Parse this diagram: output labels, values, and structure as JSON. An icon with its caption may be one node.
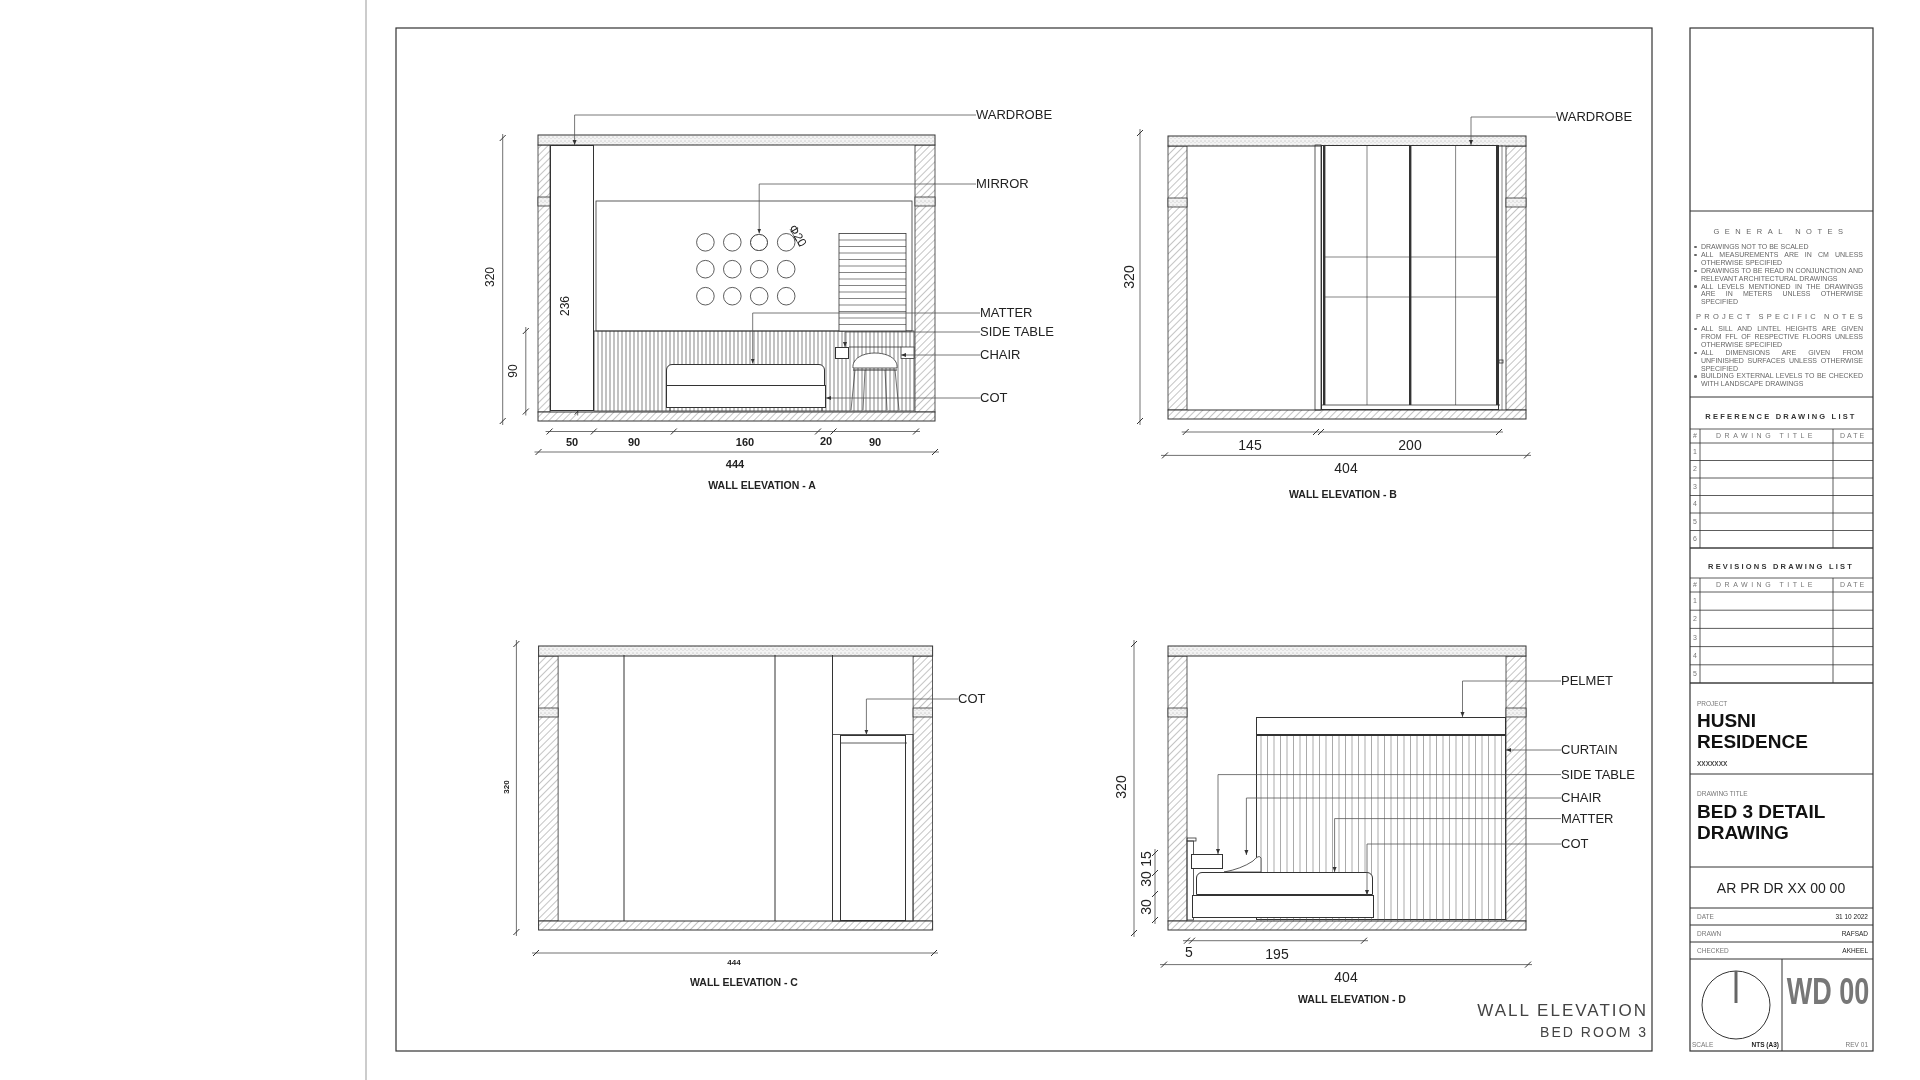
{
  "diagram": {
    "nodes": [
      {
        "text": [
          "WARDROBE"
        ]
      },
      {
        "text": [],
        "shape": "box"
      },
      {
        "text": [
          "MIRROR"
        ]
      },
      {
        "text": [],
        "shape": "circle"
      },
      {
        "text": [
          "MATTER"
        ]
      },
      {
        "text": [],
        "shape": "box"
      },
      {
        "text": [
          "SIDE TABLE"
        ]
      },
      {
        "text": [],
        "shape": "box"
      },
      {
        "text": [
          "CHAIR"
        ]
      },
      {
        "text": [],
        "shape": "picture"
      },
      {
        "text": [
          "COT"
        ]
      },
      {
        "text": [],
        "shape": "box"
      },
      {
        "text": [
          "WARDROBE"
        ]
      },
      {
        "text": [],
        "shape": "box"
      },
      {
        "text": [
          "COT"
        ]
      },
      {
        "text": [],
        "shape": "box"
      },
      {
        "text": [
          "PELMET"
        ]
      },
      {
        "text": [],
        "shape": "box"
      },
      {
        "text": [
          "CURTAIN"
        ]
      },
      {
        "text": [],
        "shape": "box"
      },
      {
        "text": [
          "SIDE TABLE"
        ]
      },
      {
        "text": [],
        "shape": "box"
      },
      {
        "text": [
          "CHAIR"
        ]
      },
      {
        "text": [],
        "shape": "picture"
      },
      {
        "text": [
          "MATTER"
        ]
      },
      {
        "text": [],
        "shape": "box"
      },
      {
        "text": [
          "COT"
        ]
      },
      {
        "text": [],
        "shape": "box"
      }
    ],
    "edges": [
      {
        "from": 0,
        "to": 1,
        "arrow": "to"
      },
      {
        "from": 2,
        "to": 3,
        "arrow": "to"
      },
      {
        "from": 4,
        "to": 5,
        "arrow": "to"
      },
      {
        "from": 6,
        "to": 7,
        "arrow": "to"
      },
      {
        "from": 8,
        "to": 9,
        "arrow": "to"
      },
      {
        "from": 10,
        "to": 11,
        "arrow": "to"
      },
      {
        "from": 12,
        "to": 13,
        "arrow": "to"
      },
      {
        "from": 14,
        "to": 15,
        "arrow": "to"
      },
      {
        "from": 16,
        "to": 17,
        "arrow": "to"
      },
      {
        "from": 18,
        "to": 19,
        "arrow": "to"
      },
      {
        "from": 20,
        "to": 21,
        "arrow": "to"
      },
      {
        "from": 22,
        "to": 23,
        "arrow": "to"
      },
      {
        "from": 24,
        "to": 25,
        "arrow": "to"
      },
      {
        "from": 26,
        "to": 27,
        "arrow": "to"
      }
    ],
    "labels": [
      "320",
      "236",
      "90",
      "Φ20",
      "50",
      "90",
      "160",
      "20",
      "90",
      "444",
      "WALL ELEVATION - A",
      "320",
      "145",
      "200",
      "404",
      "WALL ELEVATION - B",
      "320",
      "444",
      "WALL ELEVATION - C",
      "320",
      "30",
      "30",
      "15",
      "5",
      "195",
      "404",
      "WALL ELEVATION - D",
      "WALL ELEVATION",
      "BED ROOM 3",
      "GENERAL NOTES",
      "DRAWINGS NOT TO BE SCALED",
      "ALL MEASUREMENTS ARE IN CM UNLESS OTHERWISE SPECIFIED",
      "DRAWINGS TO BE READ IN CONJUNCTION AND RELEVANT ARCHITECTURAL DRAWINGS",
      "ALL LEVELS MENTIONED IN THE DRAWINGS ARE IN METERS UNLESS OTHERWISE SPECIFIED",
      "PROJECT SPECIFIC NOTES",
      "ALL SILL AND LINTEL HEIGHTS ARE GIVEN FROM FFL OF RESPECTIVE FLOORS UNLESS OTHERWISE SPECIFIED",
      "ALL DIMENSIONS ARE GIVEN FROM UNFINISHED SURFACES UNLESS OTHERWISE SPECIFIED",
      "BUILDING EXTERNAL LEVELS TO BE CHECKED WITH LANDSCAPE DRAWINGS",
      "REFERENCE DRAWING LIST",
      "#",
      "DRAWING TITLE",
      "DATE",
      "1",
      "2",
      "3",
      "4",
      "5",
      "6",
      "REVISIONS DRAWING LIST",
      "#",
      "DRAWING TITLE",
      "DATE",
      "1",
      "2",
      "3",
      "4",
      "5",
      "PROJECT",
      "HUSNI RESIDENCE",
      "XXXXXXX",
      "DRAWING TITLE",
      "BED 3 DETAIL DRAWING",
      "AR PR DR XX 00 00",
      "DATE",
      "31 10 2022",
      "DRAWN",
      "RAFSAD",
      "CHECKED",
      "AKHEEL",
      "SCALE",
      "NTS (A3)",
      "WD 00",
      "REV 01"
    ]
  }
}
